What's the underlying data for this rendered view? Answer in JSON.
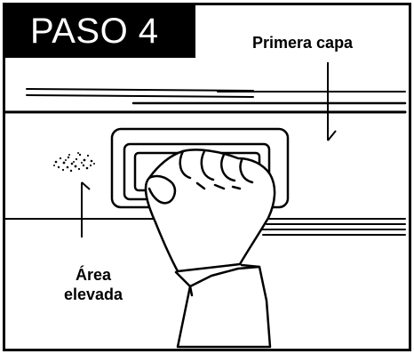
{
  "step": {
    "label": "PASO 4"
  },
  "labels": {
    "top_layer": "Primera capa",
    "raised_area_line1": "Área",
    "raised_area_line2": "elevada"
  },
  "colors": {
    "ink": "#000000",
    "paper": "#ffffff"
  }
}
